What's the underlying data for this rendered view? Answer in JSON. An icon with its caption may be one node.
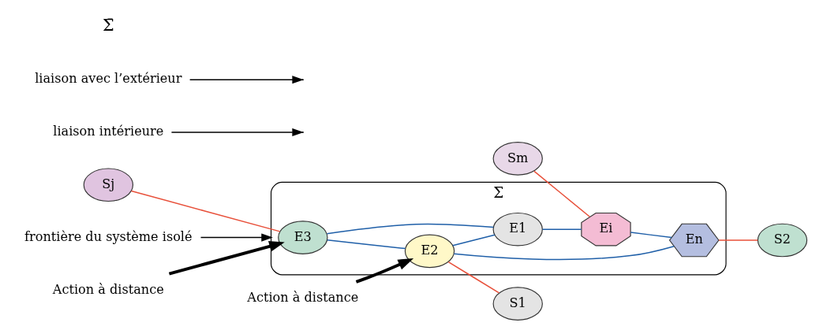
{
  "diagram": {
    "nodes": [
      {
        "text": [
          "Σ"
        ]
      },
      {
        "text": [
          "Sj"
        ]
      },
      {
        "text": [
          "E3"
        ],
        "in": 0
      },
      {
        "text": [
          "E2"
        ],
        "in": 0
      },
      {
        "text": [
          "S1"
        ]
      },
      {
        "text": [
          "E1"
        ],
        "in": 0
      },
      {
        "text": [
          "Ei"
        ],
        "in": 0
      },
      {
        "text": [
          "En"
        ],
        "in": 0
      },
      {
        "text": [
          "Sm"
        ]
      },
      {
        "text": [
          "S2"
        ]
      },
      {
        "text": [
          "frontière du système isolé"
        ]
      },
      {
        "text": [
          "Action à distance"
        ]
      },
      {
        "text": [
          "Action à distance"
        ]
      },
      {
        "text": [
          "liaison intérieure"
        ]
      },
      {
        "text": [
          "liaison avec l’extérieur"
        ]
      }
    ],
    "edges": [
      {
        "from": 2,
        "to": 3,
        "arrow": "none"
      },
      {
        "from": 2,
        "to": 5,
        "arrow": "none"
      },
      {
        "from": 3,
        "to": 5,
        "arrow": "none"
      },
      {
        "from": 3,
        "to": 7,
        "arrow": "none"
      },
      {
        "from": 5,
        "to": 6,
        "arrow": "none"
      },
      {
        "from": 6,
        "to": 7,
        "arrow": "none"
      },
      {
        "from": 1,
        "to": 2,
        "arrow": "none",
        "color": "#e8503a"
      },
      {
        "from": 3,
        "to": 4,
        "arrow": "none",
        "color": "#e8503a"
      },
      {
        "from": 8,
        "to": 6,
        "arrow": "none",
        "color": "#e8503a"
      },
      {
        "from": 7,
        "to": 9,
        "arrow": "none",
        "color": "#e8503a"
      },
      {
        "from": 10,
        "to": 0,
        "arrow": "to",
        "color": "#000000"
      },
      {
        "from": 11,
        "to": 2,
        "arrow": "to",
        "style": "thick",
        "color": "#000000"
      },
      {
        "from": 12,
        "to": 3,
        "arrow": "to",
        "style": "thick",
        "color": "#000000"
      },
      {
        "from": 13,
        "to": null,
        "arrow": "to",
        "color": "#000000"
      },
      {
        "from": 14,
        "to": null,
        "arrow": "to",
        "color": "#000000"
      }
    ],
    "labels": [
      "Σ̄"
    ]
  }
}
